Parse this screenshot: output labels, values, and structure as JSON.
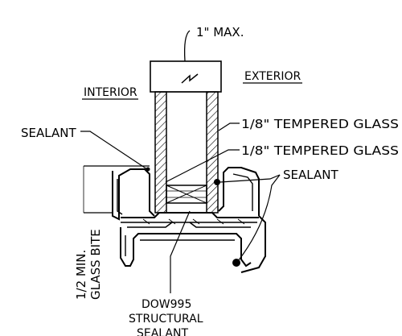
{
  "labels": {
    "max_thickness": "1\" MAX.",
    "interior": "INTERIOR",
    "exterior": "EXTERIOR",
    "sealant_left": "SEALANT",
    "glass_outer": "1/8\" TEMPERED GLASS",
    "glass_inner": "1/8\" TEMPERED GLASS",
    "sealant_right": "SEALANT",
    "glass_bite_line1": "1/2 MIN.",
    "glass_bite_line2": "GLASS BITE",
    "structural_line1": "DOW995",
    "structural_line2": "STRUCTURAL",
    "structural_line3": "SEALANT"
  }
}
